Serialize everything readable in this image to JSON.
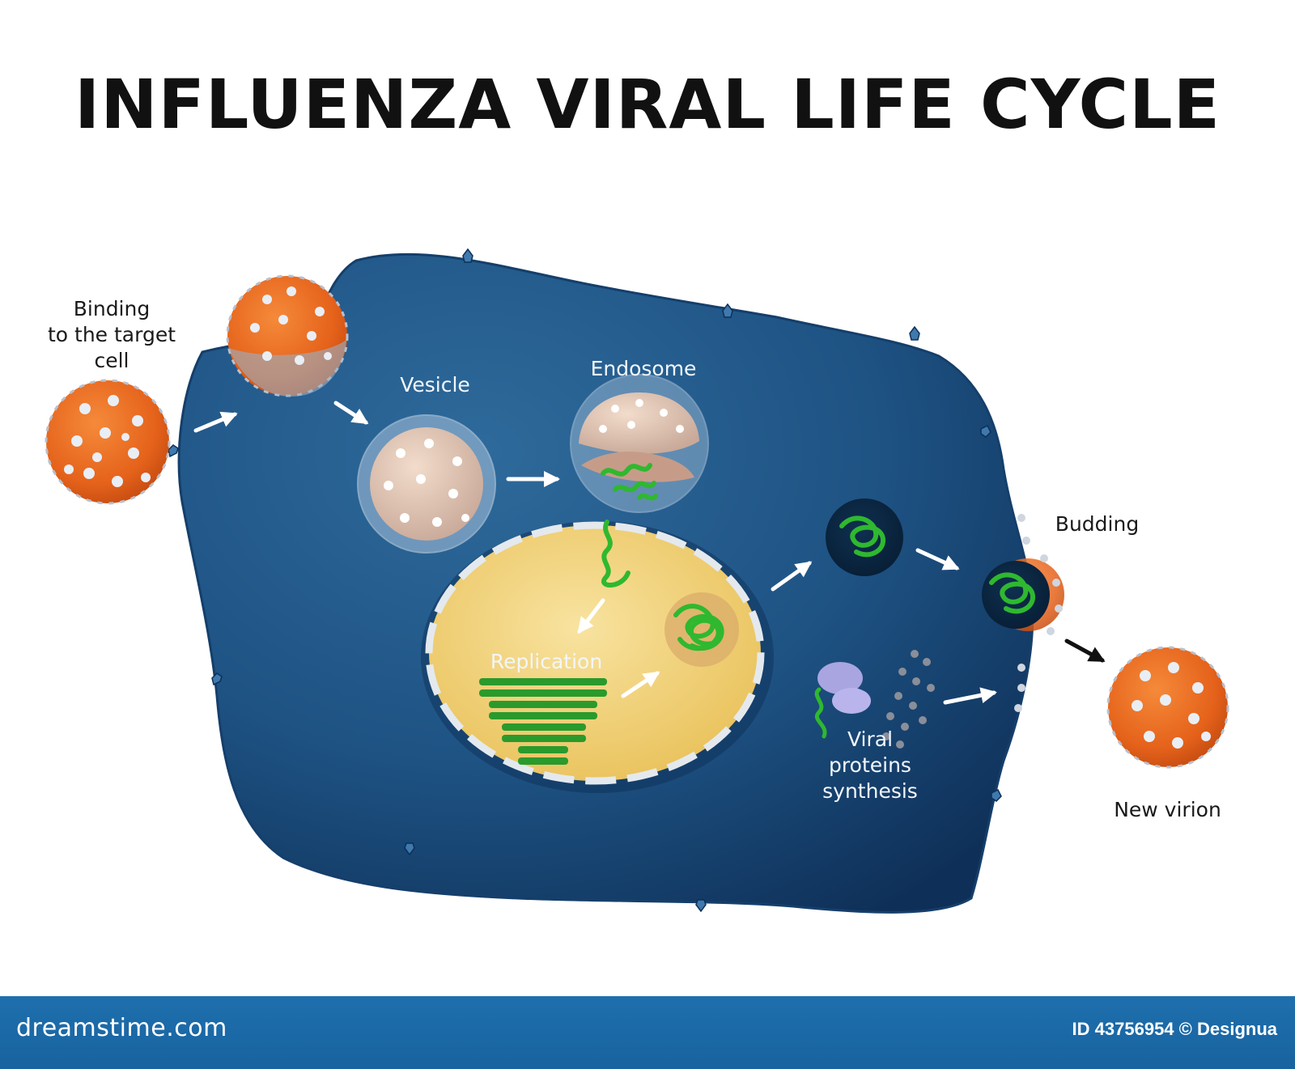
{
  "title": "INFLUENZA VIRAL LIFE CYCLE",
  "labels": {
    "binding": [
      "Binding",
      "to the target",
      "cell"
    ],
    "vesicle": "Vesicle",
    "endosome": "Endosome",
    "replication": "Replication",
    "budding": "Budding",
    "viral_proteins": [
      "Viral",
      "proteins",
      "synthesis"
    ],
    "new_virion": "New virion"
  },
  "footer": {
    "site": "dreamstime.com",
    "id_text": "ID 43756954 © Designua"
  },
  "colors": {
    "cell": "#1c4f7f",
    "cell_dark": "#0d2f57",
    "virus": "#e8661c",
    "nucleus": "#f2d27a",
    "rna": "#2fb830",
    "footer": "#1d6cab"
  }
}
